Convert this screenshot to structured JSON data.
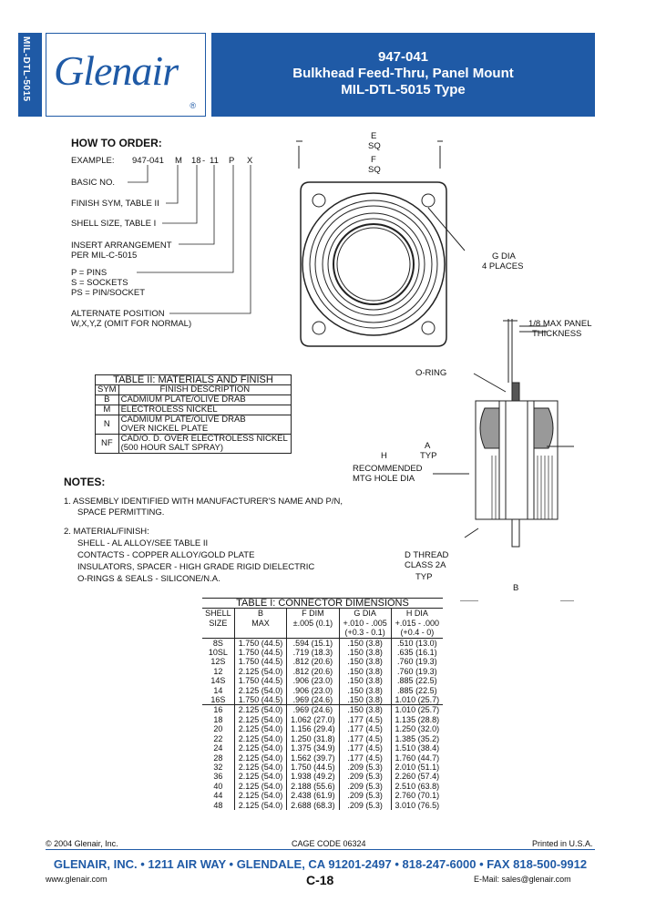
{
  "side_tab": "MIL-DTL-5015",
  "logo": {
    "name": "Glenair",
    "reg": "®"
  },
  "title": {
    "part": "947-041",
    "line1": "Bulkhead Feed-Thru, Panel Mount",
    "line2": "MIL-DTL-5015 Type"
  },
  "order": {
    "heading": "HOW TO ORDER:",
    "example_label": "EXAMPLE:",
    "example_parts": [
      "947-041",
      "M",
      "18",
      "-",
      "11",
      "P",
      "X"
    ],
    "lines": [
      "BASIC NO.",
      "FINISH SYM, TABLE II",
      "SHELL SIZE, TABLE I",
      "INSERT ARRANGEMENT",
      "PER MIL-C-5015",
      "P = PINS",
      "S = SOCKETS",
      "PS = PIN/SOCKET",
      "ALTERNATE POSITION",
      "W,X,Y,Z (OMIT FOR NORMAL)"
    ]
  },
  "table2": {
    "caption": "TABLE II: MATERIALS AND FINISH",
    "headers": [
      "SYM",
      "FINISH DESCRIPTION"
    ],
    "rows": [
      {
        "sym": "B",
        "desc": [
          "CADMIUM PLATE/OLIVE DRAB"
        ]
      },
      {
        "sym": "M",
        "desc": [
          "ELECTROLESS NICKEL"
        ]
      },
      {
        "sym": "N",
        "desc": [
          "CADMIUM PLATE/OLIVE DRAB",
          "OVER NICKEL PLATE"
        ]
      },
      {
        "sym": "NF",
        "desc": [
          "CAD/O. D. OVER ELECTROLESS NICKEL",
          "(500 HOUR SALT SPRAY)"
        ]
      }
    ]
  },
  "notes": {
    "heading": "NOTES:",
    "n1a": "1.  ASSEMBLY IDENTIFIED WITH MANUFACTURER'S NAME AND P/N,",
    "n1b": "SPACE PERMITTING.",
    "n2": "2.  MATERIAL/FINISH:",
    "m1": "SHELL - AL ALLOY/SEE TABLE II",
    "m2": "CONTACTS - COPPER ALLOY/GOLD PLATE",
    "m3": "INSULATORS, SPACER - HIGH GRADE RIGID DIELECTRIC",
    "m4": "O-RINGS & SEALS - SILICONE/N.A."
  },
  "drawing": {
    "e": "E",
    "e_sq": "SQ",
    "f": "F",
    "f_sq": "SQ",
    "g_dia": "G DIA",
    "g_places": "4 PLACES",
    "panel1": "1/8 MAX PANEL",
    "panel2": "THICKNESS",
    "oring": "O-RING",
    "a": "A",
    "a_typ": "TYP",
    "h": "H",
    "h1": "RECOMMENDED",
    "h2": "MTG HOLE DIA",
    "d1": "D THREAD",
    "d2": "CLASS 2A",
    "d3": "TYP",
    "b": "B"
  },
  "table1": {
    "caption": "TABLE I: CONNECTOR DIMENSIONS",
    "headers": [
      [
        "SHELL",
        "SIZE"
      ],
      [
        "B",
        "MAX"
      ],
      [
        "F DIM",
        "±.005 (0.1)"
      ],
      [
        "G DIA",
        "+.010 - .005",
        "(+0.3 - 0.1)"
      ],
      [
        "H DIA",
        "+.015 - .000",
        "(+0.4 - 0)"
      ]
    ],
    "rows": [
      [
        "8S",
        "1.750 (44.5)",
        ".594 (15.1)",
        ".150 (3.8)",
        ".510 (13.0)"
      ],
      [
        "10SL",
        "1.750 (44.5)",
        ".719 (18.3)",
        ".150 (3.8)",
        ".635 (16.1)"
      ],
      [
        "12S",
        "1.750 (44.5)",
        ".812 (20.6)",
        ".150 (3.8)",
        ".760 (19.3)"
      ],
      [
        "12",
        "2.125 (54.0)",
        ".812 (20.6)",
        ".150 (3.8)",
        ".760 (19.3)"
      ],
      [
        "14S",
        "1.750 (44.5)",
        ".906 (23.0)",
        ".150 (3.8)",
        ".885 (22.5)"
      ],
      [
        "14",
        "2.125 (54.0)",
        ".906 (23.0)",
        ".150 (3.8)",
        ".885 (22.5)"
      ],
      [
        "16S",
        "1.750 (44.5)",
        ".969 (24.6)",
        ".150 (3.8)",
        "1.010 (25.7)"
      ],
      [
        "16",
        "2.125 (54.0)",
        ".969 (24.6)",
        ".150 (3.8)",
        "1.010 (25.7)"
      ],
      [
        "18",
        "2.125 (54.0)",
        "1.062 (27.0)",
        ".177 (4.5)",
        "1.135 (28.8)"
      ],
      [
        "20",
        "2.125 (54.0)",
        "1.156 (29.4)",
        ".177 (4.5)",
        "1.250 (32.0)"
      ],
      [
        "22",
        "2.125 (54.0)",
        "1.250 (31.8)",
        ".177 (4.5)",
        "1.385 (35.2)"
      ],
      [
        "24",
        "2.125 (54.0)",
        "1.375 (34.9)",
        ".177 (4.5)",
        "1.510 (38.4)"
      ],
      [
        "28",
        "2.125 (54.0)",
        "1.562 (39.7)",
        ".177 (4.5)",
        "1.760 (44.7)"
      ],
      [
        "32",
        "2.125 (54.0)",
        "1.750 (44.5)",
        ".209 (5.3)",
        "2.010 (51.1)"
      ],
      [
        "36",
        "2.125 (54.0)",
        "1.938 (49.2)",
        ".209 (5.3)",
        "2.260 (57.4)"
      ],
      [
        "40",
        "2.125 (54.0)",
        "2.188 (55.6)",
        ".209 (5.3)",
        "2.510 (63.8)"
      ],
      [
        "44",
        "2.125 (54.0)",
        "2.438 (61.9)",
        ".209 (5.3)",
        "2.760 (70.1)"
      ],
      [
        "48",
        "2.125 (54.0)",
        "2.688 (68.3)",
        ".209 (5.3)",
        "3.010 (76.5)"
      ]
    ]
  },
  "footer": {
    "copyright": "© 2004 Glenair, Inc.",
    "cage": "CAGE CODE 06324",
    "printed": "Printed in U.S.A.",
    "main": "GLENAIR, INC. • 1211 AIR WAY • GLENDALE, CA 91201-2497 • 818-247-6000 • FAX 818-500-9912",
    "web": "www.glenair.com",
    "page": "C-18",
    "email": "E-Mail:  sales@glenair.com"
  }
}
